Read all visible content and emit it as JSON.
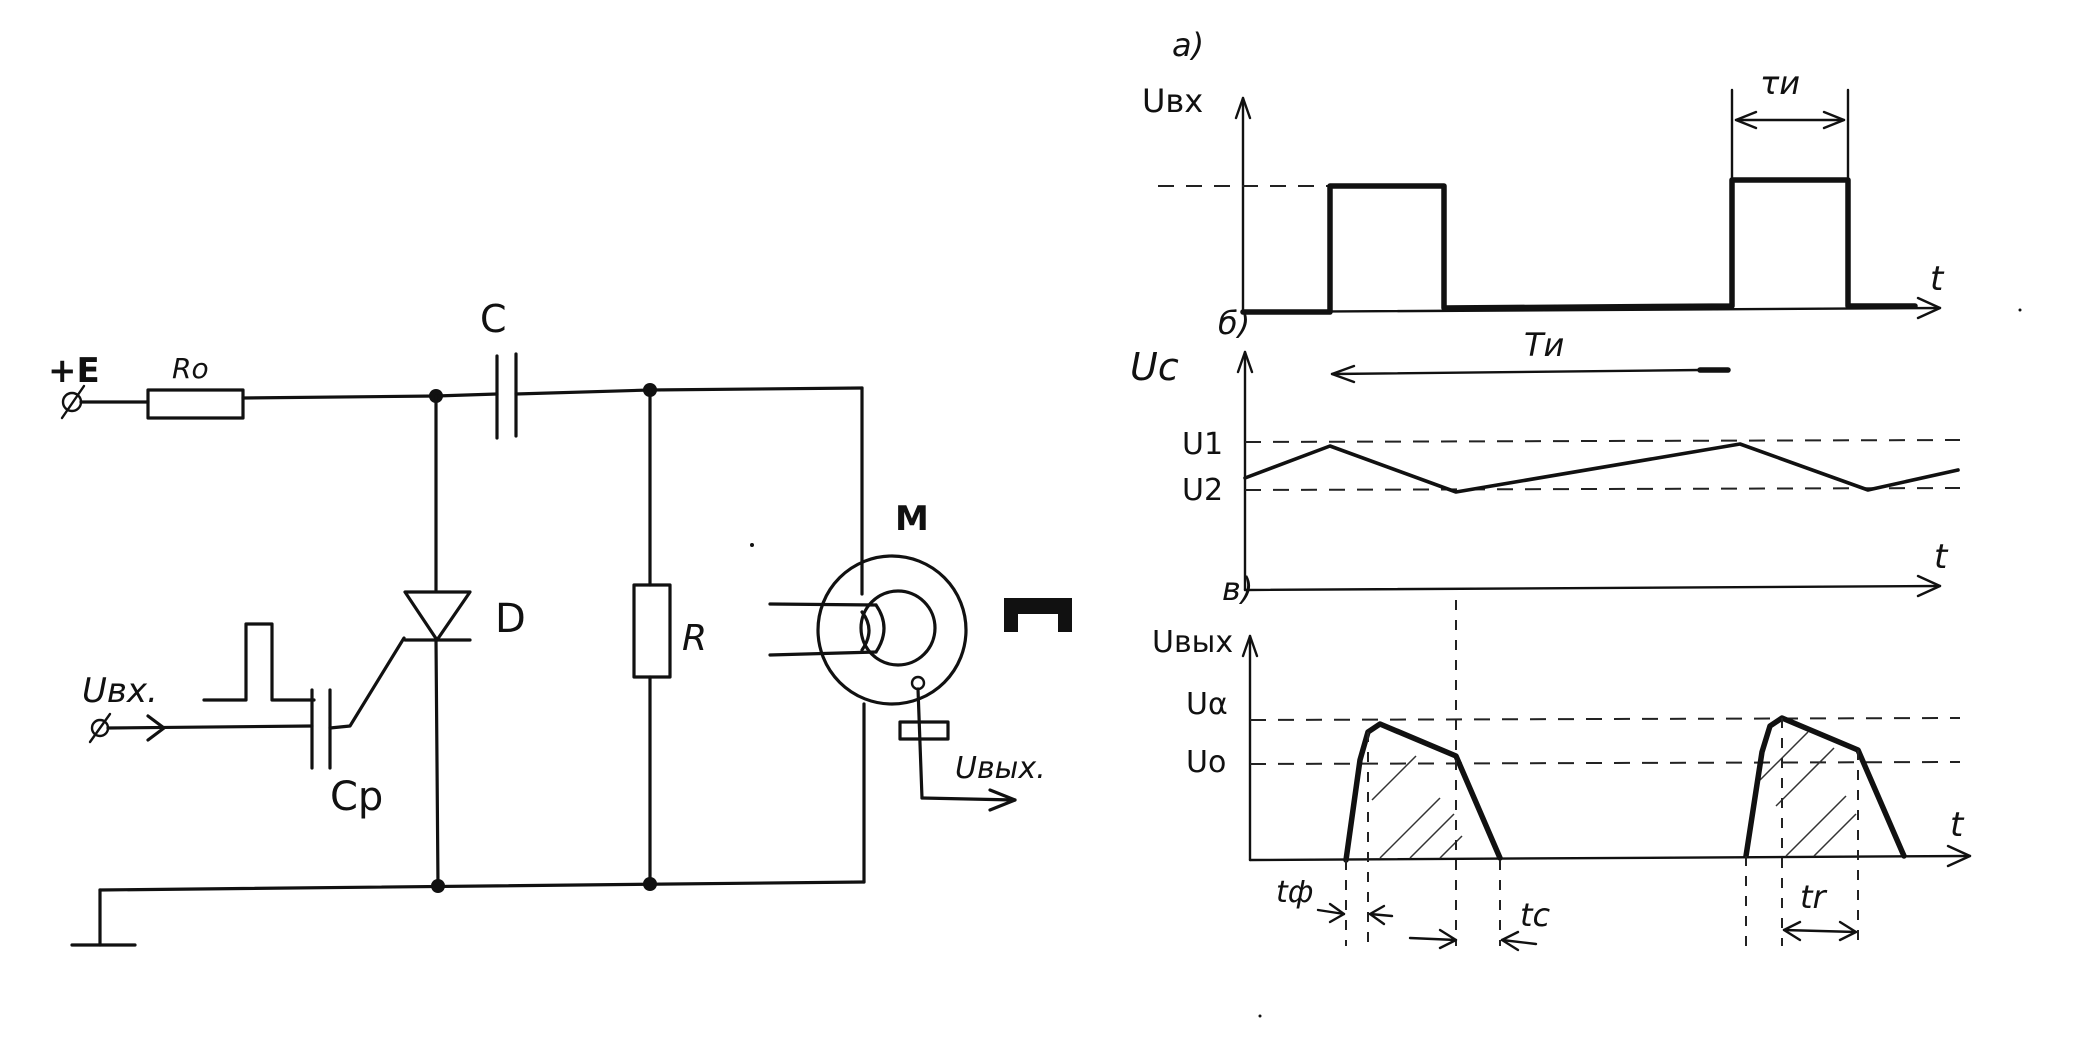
{
  "schematic": {
    "plus_e": "+E",
    "r0": "Ro",
    "c": "C",
    "d": "D",
    "r": "R",
    "m": "M",
    "cp": "Cp",
    "u_in": "Uвх.",
    "u_out": "Uвых."
  },
  "waveforms": {
    "panel_a": "а)",
    "panel_b": "б)",
    "panel_c": "в)",
    "u_in": "Uвх",
    "u_c": "Uc",
    "u_out": "Uвых",
    "t_a": "t",
    "t_b": "t",
    "t_c": "t",
    "tau_i": "τи",
    "t_i": "Ти",
    "u1": "U1",
    "u2": "U2",
    "ua": "Uα",
    "u0": "Uo",
    "t_f": "tф",
    "t_c_label": "tc",
    "t_r": "tr"
  }
}
